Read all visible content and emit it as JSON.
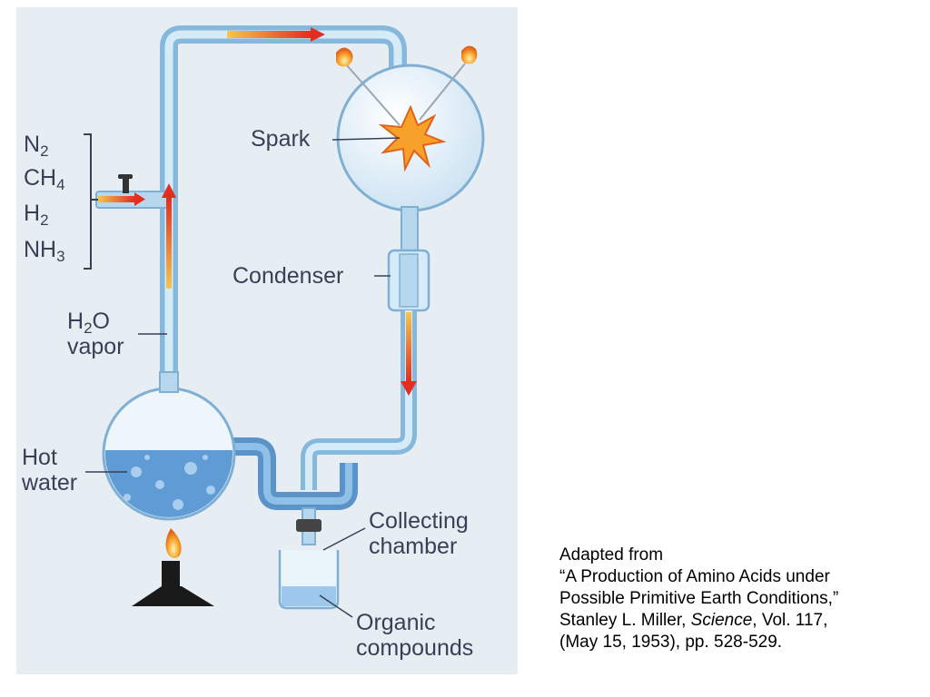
{
  "colors": {
    "background": "#ffffff",
    "panel": "#e6eef4",
    "glass": "#a9cde6",
    "glass_edge": "#7fb0d3",
    "water": "#6aa3d8",
    "flow_arrow": "#e84a2a",
    "spark": "#f7a12b",
    "label_text": "#3b3f55",
    "burner": "#1a1a1a"
  },
  "gases": [
    {
      "base": "N",
      "sub": "2"
    },
    {
      "base": "CH",
      "sub": "4"
    },
    {
      "base": "H",
      "sub": "2"
    },
    {
      "base": "NH",
      "sub": "3"
    }
  ],
  "labels": {
    "spark": "Spark",
    "condenser": "Condenser",
    "vapor_base": "H",
    "vapor_sub": "2",
    "vapor_rest": "O",
    "vapor_word": "vapor",
    "hot_line1": "Hot",
    "hot_line2": "water",
    "collecting_line1": "Collecting",
    "collecting_line2": "chamber",
    "organic_line1": "Organic",
    "organic_line2": "compounds"
  },
  "citation": {
    "line1": "Adapted from",
    "line2": "“A Production of Amino Acids under",
    "line3": "Possible Primitive Earth Conditions,”",
    "line4_pre": "Stanley L. Miller, ",
    "line4_journal": "Science",
    "line4_post": ",  Vol. 117,",
    "line5": "(May 15, 1953), pp. 528-529."
  }
}
